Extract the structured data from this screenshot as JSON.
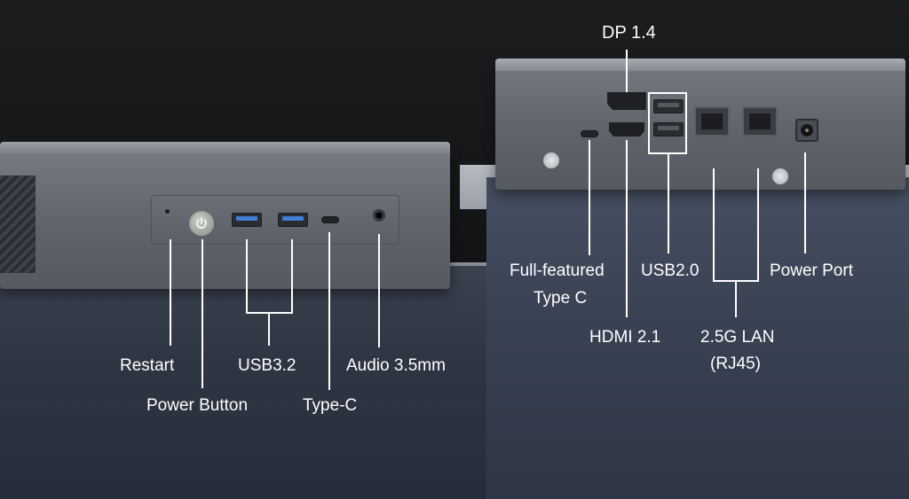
{
  "labels": {
    "restart": "Restart",
    "power_button": "Power Button",
    "usb32": "USB3.2",
    "type_c": "Type-C",
    "audio": "Audio 3.5mm",
    "dp": "DP 1.4",
    "full_type_c_line1": "Full-featured",
    "full_type_c_line2": "Type C",
    "hdmi": "HDMI 2.1",
    "usb20": "USB2.0",
    "lan_line1": "2.5G LAN",
    "lan_line2": "(RJ45)",
    "power_port": "Power Port"
  },
  "icons": {
    "power": "power-icon"
  },
  "colors": {
    "label_text": "#ffffff",
    "usb3_accent": "#3f7fd6",
    "background": "#111214"
  }
}
